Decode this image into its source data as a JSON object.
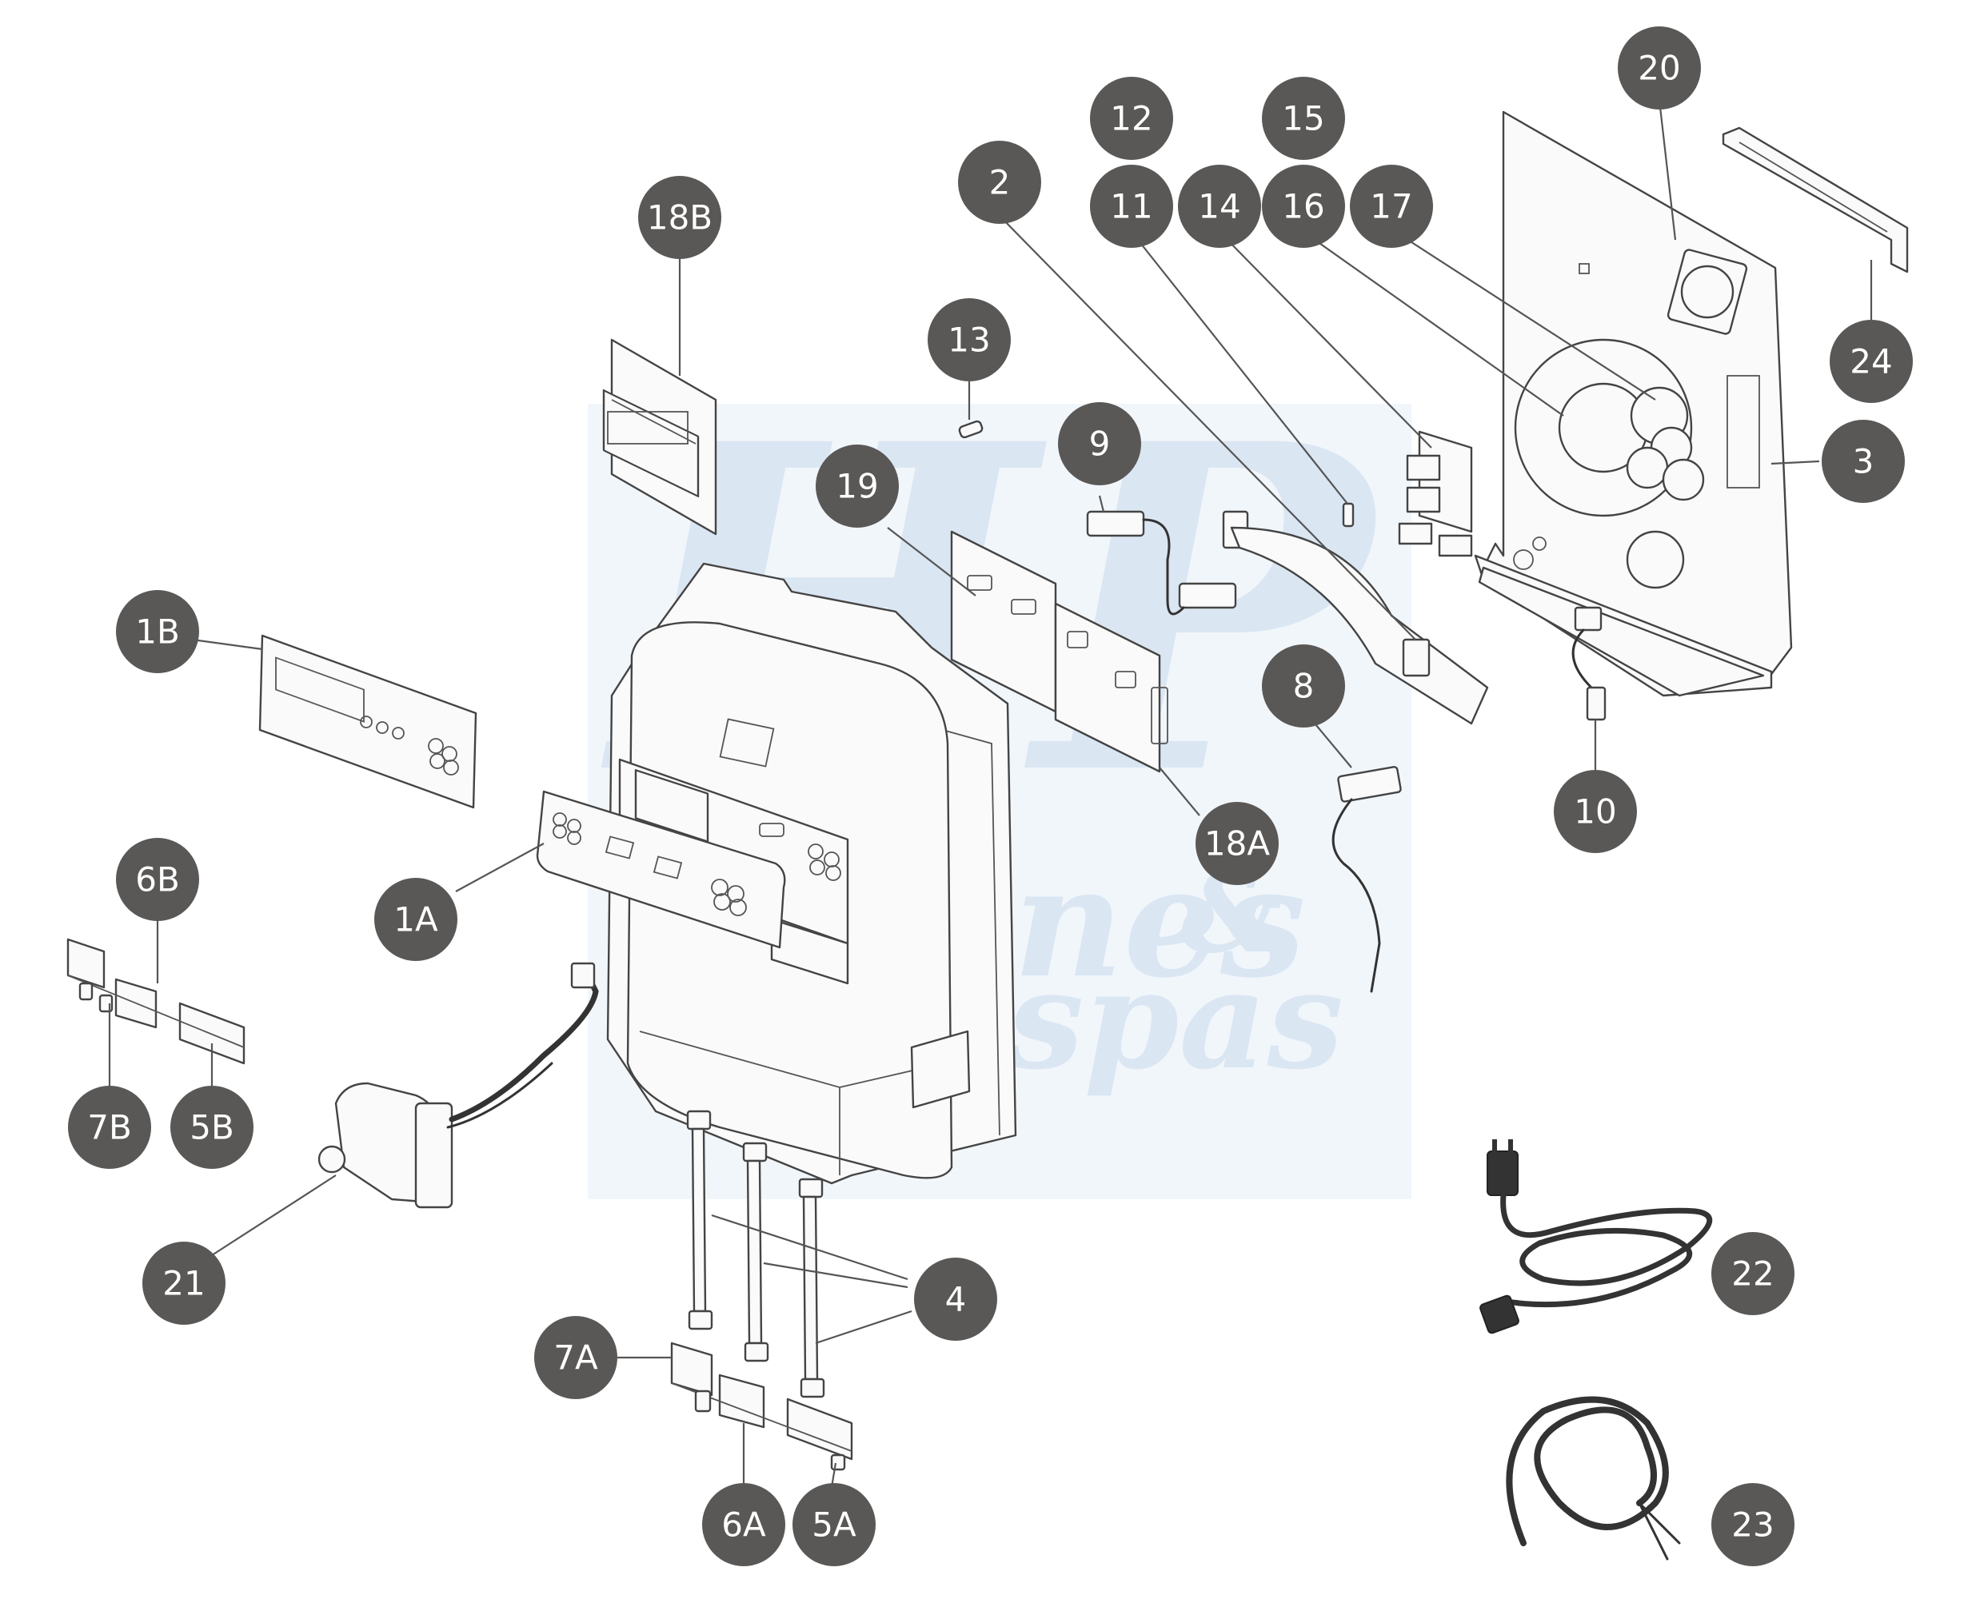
{
  "watermark": {
    "logo_letters": "HP",
    "line1": "piscines",
    "ampersand": "&",
    "line2": "spas",
    "color": "#dbe6f3"
  },
  "callouts": [
    {
      "id": "c-20",
      "label": "20"
    },
    {
      "id": "c-12",
      "label": "12"
    },
    {
      "id": "c-15",
      "label": "15"
    },
    {
      "id": "c-2",
      "label": "2"
    },
    {
      "id": "c-11",
      "label": "11"
    },
    {
      "id": "c-14",
      "label": "14"
    },
    {
      "id": "c-16",
      "label": "16"
    },
    {
      "id": "c-17",
      "label": "17"
    },
    {
      "id": "c-18b",
      "label": "18B"
    },
    {
      "id": "c-13",
      "label": "13"
    },
    {
      "id": "c-24",
      "label": "24"
    },
    {
      "id": "c-3",
      "label": "3"
    },
    {
      "id": "c-9",
      "label": "9"
    },
    {
      "id": "c-19",
      "label": "19"
    },
    {
      "id": "c-1b",
      "label": "1B"
    },
    {
      "id": "c-8",
      "label": "8"
    },
    {
      "id": "c-10",
      "label": "10"
    },
    {
      "id": "c-18a",
      "label": "18A"
    },
    {
      "id": "c-6b",
      "label": "6B"
    },
    {
      "id": "c-1a",
      "label": "1A"
    },
    {
      "id": "c-7b",
      "label": "7B"
    },
    {
      "id": "c-5b",
      "label": "5B"
    },
    {
      "id": "c-21",
      "label": "21"
    },
    {
      "id": "c-22",
      "label": "22"
    },
    {
      "id": "c-4",
      "label": "4"
    },
    {
      "id": "c-7a",
      "label": "7A"
    },
    {
      "id": "c-23",
      "label": "23"
    },
    {
      "id": "c-6a",
      "label": "6A"
    },
    {
      "id": "c-5a",
      "label": "5A"
    }
  ],
  "colors": {
    "callout_fill": "#5a5856",
    "callout_text": "#ffffff",
    "line": "#444444"
  }
}
